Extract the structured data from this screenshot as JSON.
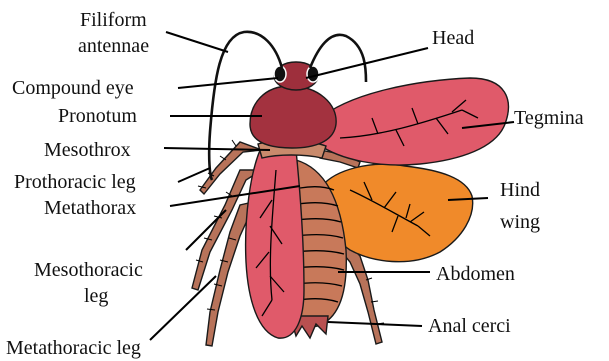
{
  "diagram": {
    "labels": {
      "filiform_line1": "Filiform",
      "filiform_line2": "antennae",
      "compound_eye": "Compound eye",
      "pronotum": "Pronotum",
      "mesothrox": "Mesothrox",
      "prothoracic_leg": "Prothoracic leg",
      "metathorax": "Metathorax",
      "mesothoracic_line1": "Mesothoracic",
      "mesothoracic_line2": "leg",
      "metathoracic_leg": "Metathoracic leg",
      "head": "Head",
      "tegmina": "Tegmina",
      "hind_wing_line1": "Hind",
      "hind_wing_line2": "wing",
      "abdomen": "Abdomen",
      "anal_cerci": "Anal cerci"
    },
    "colors": {
      "head": "#9e2f3c",
      "pronotum": "#a3323f",
      "tegmina": "#e05a6a",
      "hind_wing": "#f08a2a",
      "abdomen": "#c8795a",
      "legs": "#b8735a",
      "thorax": "#c98a6c"
    }
  }
}
